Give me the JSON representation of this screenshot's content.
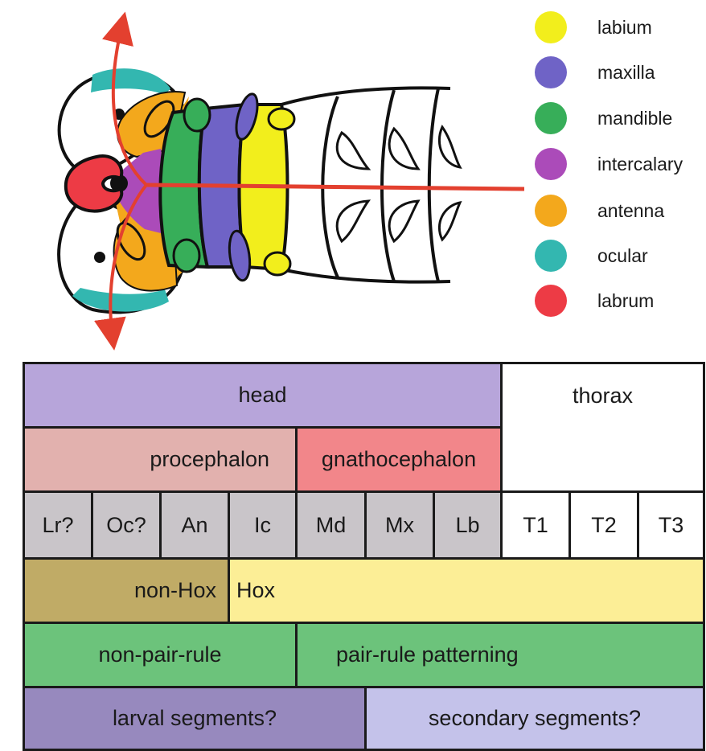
{
  "legend": [
    {
      "label": "labium",
      "color": "#f2ee1c"
    },
    {
      "label": "maxilla",
      "color": "#6f63c6"
    },
    {
      "label": "mandible",
      "color": "#37ae59"
    },
    {
      "label": "intercalary",
      "color": "#ab4bb9"
    },
    {
      "label": "antenna",
      "color": "#f3a81c"
    },
    {
      "label": "ocular",
      "color": "#33b7b0"
    },
    {
      "label": "labrum",
      "color": "#ed3b45"
    }
  ],
  "colors": {
    "axis_line": "#e3402f",
    "outline": "#111111",
    "head": "#b7a5da",
    "procephalon": "#e2b1ae",
    "gnathocephalon": "#f2868a",
    "segment": "#c9c5c9",
    "non_hox": "#c0ab66",
    "hox": "#fcee96",
    "patterning": "#6cc37b",
    "larval": "#9789be",
    "secondary": "#c4c2ea"
  },
  "table": {
    "head": "head",
    "thorax": "thorax",
    "procephalon": "procephalon",
    "gnathocephalon": "gnathocephalon",
    "segments": [
      "Lr?",
      "Oc?",
      "An",
      "Ic",
      "Md",
      "Mx",
      "Lb",
      "T1",
      "T2",
      "T3"
    ],
    "non_hox": "non-Hox",
    "hox": "Hox",
    "non_pair_rule": "non-pair-rule",
    "pair_rule": "pair-rule patterning",
    "larval_segments": "larval segments?",
    "secondary_segments": "secondary segments?"
  }
}
